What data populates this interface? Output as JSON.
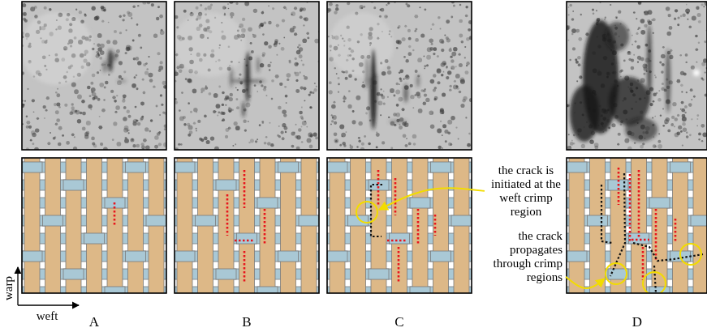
{
  "diagram": {
    "labels": [
      "warp",
      "weft",
      "A",
      "B",
      "C",
      "D",
      "the crack is initiated at the weft crimp region",
      "the crack propagates through crimp regions"
    ]
  }
}
